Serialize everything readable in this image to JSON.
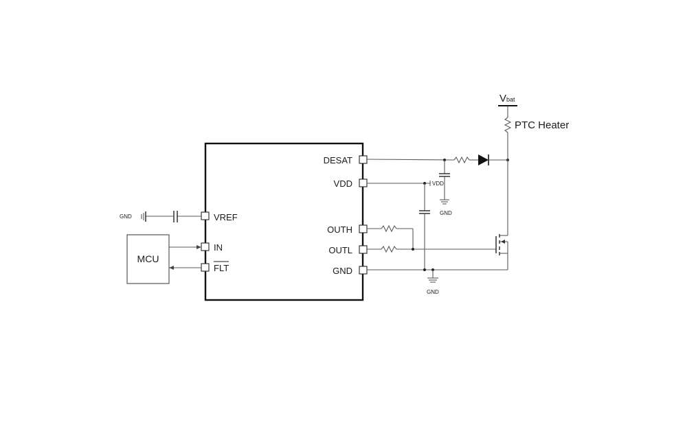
{
  "labels": {
    "desat": "DESAT",
    "vdd": "VDD",
    "outh": "OUTH",
    "outl": "OUTL",
    "gnd": "GND",
    "vref": "VREF",
    "in": "IN",
    "flt": "FLT",
    "mcu": "MCU",
    "vbat_main": "V",
    "vbat_sub": "bat",
    "ptc_heater": "PTC Heater",
    "gnd_vref": "GND",
    "gnd_desat_cap": "GND",
    "gnd_bottom": "GND",
    "vdd_small": "VDD"
  }
}
